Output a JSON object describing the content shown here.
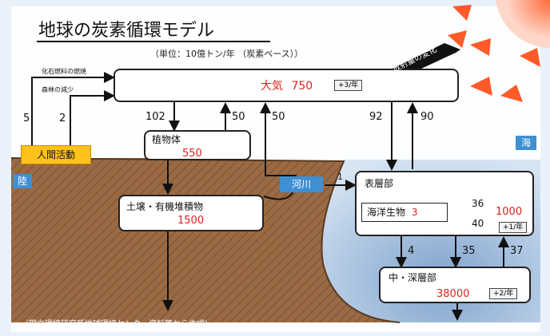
{
  "title": "地球の炭素循環モデル",
  "subtitle": "（単位：10億トン/年 （炭素ベース））",
  "source_note": "（国立環境研究所地球環境センター資料等から作成）",
  "atmosphere": {
    "label": "大気",
    "value": "750",
    "trend": "+3/年"
  },
  "plants": {
    "label": "植物体",
    "value": "550"
  },
  "soil": {
    "label": "土壌・有機堆積物",
    "value": "1500"
  },
  "surface_ocean": {
    "label": "表層部"
  },
  "marine_life": {
    "label": "海洋生物",
    "value": "3"
  },
  "surface_store": {
    "value": "1000",
    "trend": "+1/年"
  },
  "deep_ocean": {
    "label": "中・深層部",
    "value": "38000",
    "trend": "+2/年"
  },
  "human_activity": "人間活動",
  "land_tag": "陸",
  "sea_tag": "海",
  "river_tag": "河川",
  "radiation_label": "放射量の変化",
  "emissions": {
    "fossil_label": "化石燃料の燃焼",
    "forest_label": "森林の減少",
    "fossil_value": "5",
    "forest_value": "2"
  },
  "flows": {
    "atm_to_plants": "102",
    "plants_to_atm": "50",
    "soil_to_atm": "50",
    "atm_to_ocean": "92",
    "ocean_to_atm": "90",
    "river": "1",
    "exchange_in": "36",
    "exchange_out": "40",
    "surface_to_deep_a": "4",
    "surface_to_deep_b": "35",
    "deep_to_surface": "37"
  },
  "colors": {
    "red": "#e0201c",
    "land": "#9a6a44",
    "sea": "#b9cfe8",
    "orange": "#ffc21c",
    "tag_blue": "#3f8fd2"
  }
}
